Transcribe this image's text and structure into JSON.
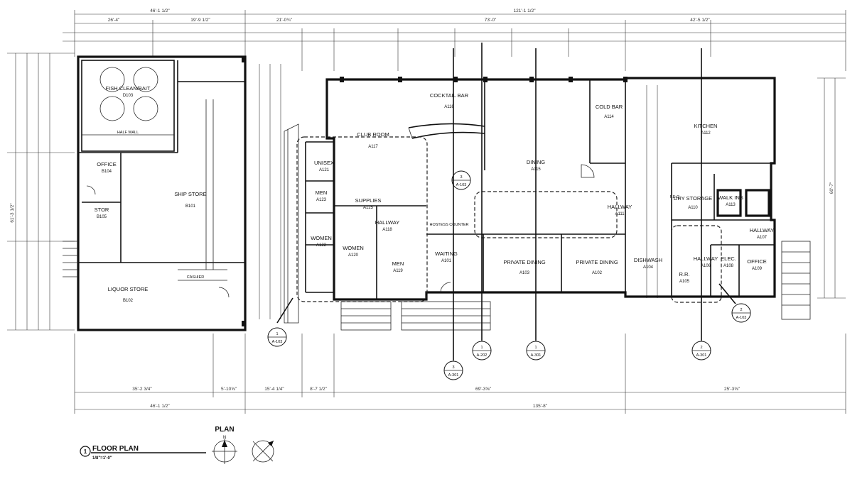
{
  "title_block": {
    "number": "1",
    "title": "FLOOR PLAN",
    "scale": "1/8\"=1'-0\""
  },
  "north_arrow": {
    "label": "PLAN",
    "letter": "N"
  },
  "rooms": {
    "fish_clean": {
      "name": "FISH CLEAN/BAIT",
      "number": "D103"
    },
    "half_wall": "HALF WALL",
    "office_left": {
      "name": "OFFICE",
      "number": "B104"
    },
    "stor": {
      "name": "STOR",
      "number": "B105"
    },
    "ship_store": {
      "name": "SHIP STORE",
      "number": "B101"
    },
    "cashier": "CASHIER",
    "liquor_store": {
      "name": "LIQUOR STORE",
      "number": "B102"
    },
    "club_room": {
      "name": "CLUB ROOM",
      "number": "A117"
    },
    "cocktail_bar": {
      "name": "COCKTAIL BAR",
      "number": "A116"
    },
    "unisex": {
      "name": "UNISEX",
      "number": "A121"
    },
    "men_upper": {
      "name": "MEN",
      "number": "A123"
    },
    "supplies": {
      "name": "SUPPLIES",
      "number": "A125"
    },
    "hallway_center": {
      "name": "HALLWAY",
      "number": "A118"
    },
    "women_upper": {
      "name": "WOMEN",
      "number": "A122"
    },
    "women_lower": {
      "name": "WOMEN",
      "number": "A120"
    },
    "men_lower": {
      "name": "MEN",
      "number": "A119"
    },
    "hostess_counter": "HOSTESS COUNTER",
    "waiting": {
      "name": "WAITING",
      "number": "A101"
    },
    "dining": {
      "name": "DINING",
      "number": "A115"
    },
    "private_dining_1": {
      "name": "PRIVATE DINING",
      "number": "A103"
    },
    "private_dining_2": {
      "name": "PRIVATE DINING",
      "number": "A102"
    },
    "cold_bar": {
      "name": "COLD BAR",
      "number": "A114"
    },
    "hallway_mid": {
      "name": "HALLWAY",
      "number": "A111"
    },
    "kitchen": {
      "name": "KITCHEN",
      "number": "A112"
    },
    "dry_storage": {
      "name": "DRY STORAGE",
      "number": "A110"
    },
    "walk_ins": {
      "name": "WALK INS",
      "number": "A113"
    },
    "dishwash": {
      "name": "DISHWASH",
      "number": "A104"
    },
    "hallway_right": {
      "name": "HALLWAY",
      "number": "A106"
    },
    "rr": {
      "name": "R.R.",
      "number": "A105"
    },
    "elec": {
      "name": "ELEC.",
      "number": "A108"
    },
    "office_right": {
      "name": "OFFICE",
      "number": "A109"
    },
    "hallway_far": {
      "name": "HALLWAY",
      "number": "A107"
    },
    "fec": "F.E.C."
  },
  "section_tags": [
    {
      "num": "1",
      "sheet": "A-103"
    },
    {
      "num": "3",
      "sheet": "A-103"
    },
    {
      "num": "2",
      "sheet": "A-103"
    },
    {
      "num": "3",
      "sheet": "A-301"
    },
    {
      "num": "1",
      "sheet": "A-202"
    },
    {
      "num": "1",
      "sheet": "A-301"
    },
    {
      "num": "2",
      "sheet": "A-301"
    }
  ],
  "dimensions": {
    "top_overall_left": "46'-1 1/2\"",
    "top_overall_right": "121'-1 1/2\"",
    "top_left_a": "26'-4\"",
    "top_left_b": "19'-9 1/2\"",
    "top_mid": "21'-0¾\"",
    "top_center": "73'-0\"",
    "top_right": "42'-5 1/2\"",
    "bottom_left_a": "35'-2 3/4\"",
    "bottom_left_b": "5'-10⅝\"",
    "bottom_mid_a": "15'-4 1/4\"",
    "bottom_mid_b": "8'-7 1/2\"",
    "bottom_center": "69'-3⅝\"",
    "bottom_right": "25'-3⅝\"",
    "bottom_overall_left": "46'-1 1/2\"",
    "bottom_overall_right": "135'-8\"",
    "left_overall": "61'-3 1/2\"",
    "right_overall": "60'-7\""
  }
}
